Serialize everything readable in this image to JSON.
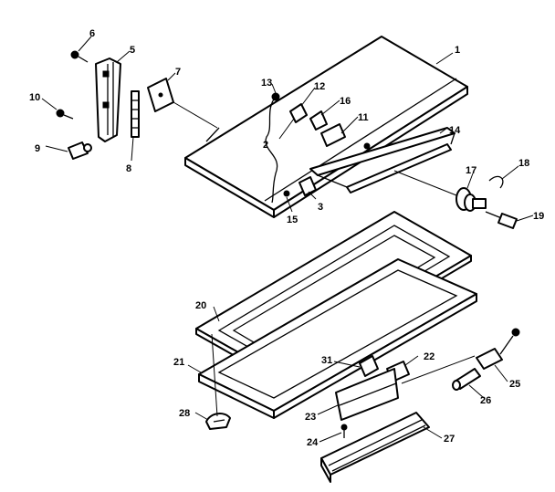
{
  "labels": [
    "1",
    "2",
    "3",
    "5",
    "6",
    "7",
    "8",
    "9",
    "10",
    "11",
    "12",
    "13",
    "14",
    "15",
    "16",
    "17",
    "18",
    "19",
    "20",
    "21",
    "22",
    "23",
    "24",
    "25",
    "26",
    "27",
    "28",
    "31"
  ]
}
